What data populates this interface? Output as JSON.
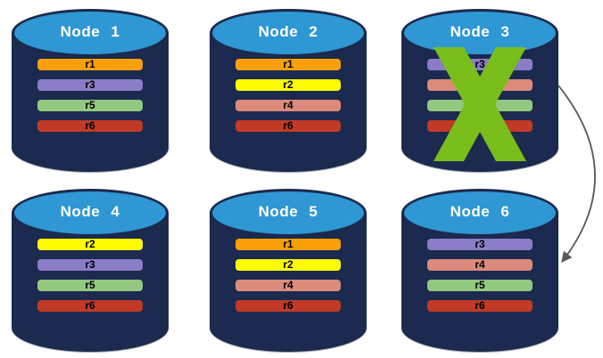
{
  "styles": {
    "cylinder_body_color": "#1B2A4E",
    "cylinder_top_color": "#2F97D3",
    "title_color": "#FFFFFF",
    "bar_text_color": "#000000",
    "failure_x_color": "#79BE1B",
    "arrow_color": "#595959",
    "replica_colors": {
      "r1": "#F9A008",
      "r2": "#FDFD00",
      "r3": "#8B7CC8",
      "r4": "#DC8A7B",
      "r5": "#92C87F",
      "r6": "#C03A26"
    }
  },
  "nodes": [
    {
      "id": "node-1",
      "title": "Node 1",
      "failed": false,
      "replicas": [
        {
          "label": "r1",
          "color": "#F9A008"
        },
        {
          "label": "r3",
          "color": "#8B7CC8"
        },
        {
          "label": "r5",
          "color": "#92C87F"
        },
        {
          "label": "r6",
          "color": "#C03A26"
        }
      ]
    },
    {
      "id": "node-2",
      "title": "Node 2",
      "failed": false,
      "replicas": [
        {
          "label": "r1",
          "color": "#F9A008"
        },
        {
          "label": "r2",
          "color": "#FDFD00"
        },
        {
          "label": "r4",
          "color": "#DC8A7B"
        },
        {
          "label": "r6",
          "color": "#C03A26"
        }
      ]
    },
    {
      "id": "node-3",
      "title": "Node 3",
      "failed": true,
      "replicas": [
        {
          "label": "r3",
          "color": "#8B7CC8"
        },
        {
          "label": "",
          "color": "#DC8A7B"
        },
        {
          "label": "",
          "color": "#92C87F"
        },
        {
          "label": "",
          "color": "#C03A26"
        }
      ]
    },
    {
      "id": "node-4",
      "title": "Node 4",
      "failed": false,
      "replicas": [
        {
          "label": "r2",
          "color": "#FDFD00"
        },
        {
          "label": "r3",
          "color": "#8B7CC8"
        },
        {
          "label": "r5",
          "color": "#92C87F"
        },
        {
          "label": "r6",
          "color": "#C03A26"
        }
      ]
    },
    {
      "id": "node-5",
      "title": "Node 5",
      "failed": false,
      "replicas": [
        {
          "label": "r1",
          "color": "#F9A008"
        },
        {
          "label": "r2",
          "color": "#FDFD00"
        },
        {
          "label": "r4",
          "color": "#DC8A7B"
        },
        {
          "label": "r6",
          "color": "#C03A26"
        }
      ]
    },
    {
      "id": "node-6",
      "title": "Node 6",
      "failed": false,
      "replicas": [
        {
          "label": "r3",
          "color": "#8B7CC8"
        },
        {
          "label": "r4",
          "color": "#DC8A7B"
        },
        {
          "label": "r5",
          "color": "#92C87F"
        },
        {
          "label": "r6",
          "color": "#C03A26"
        }
      ]
    }
  ],
  "arrow": {
    "from": "Node 3",
    "to": "Node 6"
  }
}
